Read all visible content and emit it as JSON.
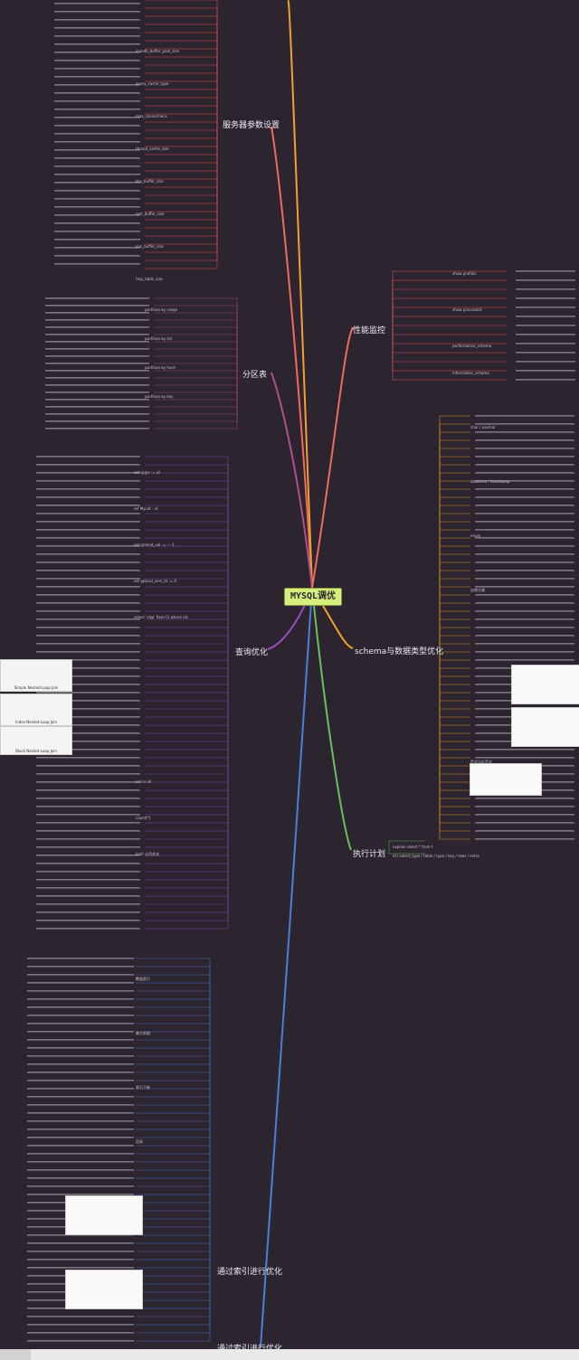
{
  "center": {
    "label": "MYSQL调优"
  },
  "branches": {
    "server_params": "服务器参数设置",
    "partition": "分区表",
    "query_opt": "查询优化",
    "index_opt_1": "通过索引进行优化",
    "index_opt_2": "通过索引进行优化",
    "perf_monitor": "性能监控",
    "schema_opt": "schema与数据类型优化",
    "exec_plan": "执行计划"
  },
  "snippets": {
    "s1": "set @@x := id",
    "s2": "ref Mycat - vt",
    "s3": "set @mind_val := -- -1",
    "s4": "set @local_user_id := 0",
    "s5": "select 'vt@' from t1 where ids",
    "s6": "explain select * from t",
    "s7": "show profiles",
    "s8": "show processlist",
    "s9": "innodb_buffer_pool_size",
    "s10": "query_cache_type",
    "s11": "max_connections",
    "s12": "thread_cache_size",
    "s13": "key_buffer_size",
    "s14": "sort_buffer_size",
    "s15": "join_buffer_size",
    "s16": "tmp_table_size",
    "s17": "partition by range",
    "s18": "partition by list",
    "s19": "partition by hash",
    "s20": "partition by key",
    "s21": "Simple Nested-Loop Join",
    "s22": "Index Nested-Loop Join",
    "s23": "Block Nested-Loop Join",
    "s24": "union all",
    "s25": "count(*)",
    "s26": "limit 分页优化",
    "s27": "覆盖索引",
    "s28": "最左前缀",
    "s29": "索引下推",
    "s30": "回表",
    "s31": "performance_schema",
    "s32": "information_schema",
    "s33": "char / varchar",
    "s34": "datetime / timestamp",
    "s35": "enum",
    "s36": "自增主键",
    "s37": "范式与反范式",
    "s38": "id / select_type / table / type / key / rows / extra"
  }
}
